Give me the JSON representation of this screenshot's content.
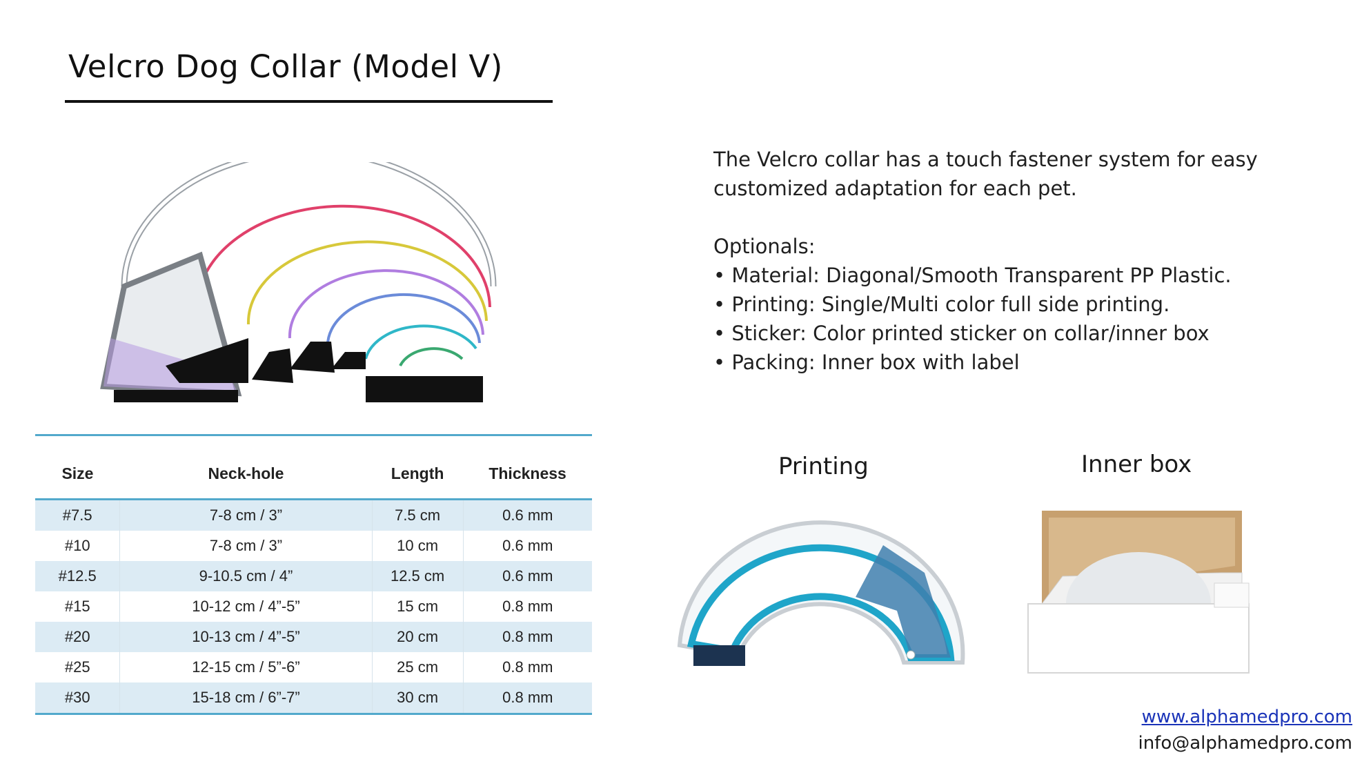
{
  "title": "Velcro Dog Collar (Model V)",
  "description": {
    "intro": "The Velcro collar has a touch fastener system for easy customized adaptation for each pet.",
    "optionals_heading": "Optionals:",
    "optionals": [
      "Material: Diagonal/Smooth Transparent PP Plastic.",
      "Printing: Single/Multi color full side printing.",
      "Sticker: Color printed sticker on collar/inner box",
      "Packing: Inner box with label"
    ]
  },
  "table": {
    "headers": [
      "Size",
      "Neck-hole",
      "Length",
      "Thickness"
    ],
    "rows": [
      [
        "#7.5",
        "7-8 cm / 3”",
        "7.5 cm",
        "0.6 mm"
      ],
      [
        "#10",
        "7-8 cm / 3”",
        "10 cm",
        "0.6 mm"
      ],
      [
        "#12.5",
        "9-10.5 cm / 4”",
        "12.5 cm",
        "0.6 mm"
      ],
      [
        "#15",
        "10-12 cm / 4”-5”",
        "15 cm",
        "0.8 mm"
      ],
      [
        "#20",
        "10-13 cm / 4”-5”",
        "20 cm",
        "0.8 mm"
      ],
      [
        "#25",
        "12-15 cm / 5”-6”",
        "25 cm",
        "0.8 mm"
      ],
      [
        "#30",
        "15-18 cm / 6”-7”",
        "30 cm",
        "0.8 mm"
      ]
    ]
  },
  "captions": {
    "printing": "Printing",
    "inner_box": "Inner box"
  },
  "contact": {
    "website": "www.alphamedpro.com",
    "email": "info@alphamedpro.com"
  },
  "colors": {
    "table_rule": "#52a9cc",
    "table_stripe": "#dcebf4",
    "link": "#1a33b8"
  }
}
